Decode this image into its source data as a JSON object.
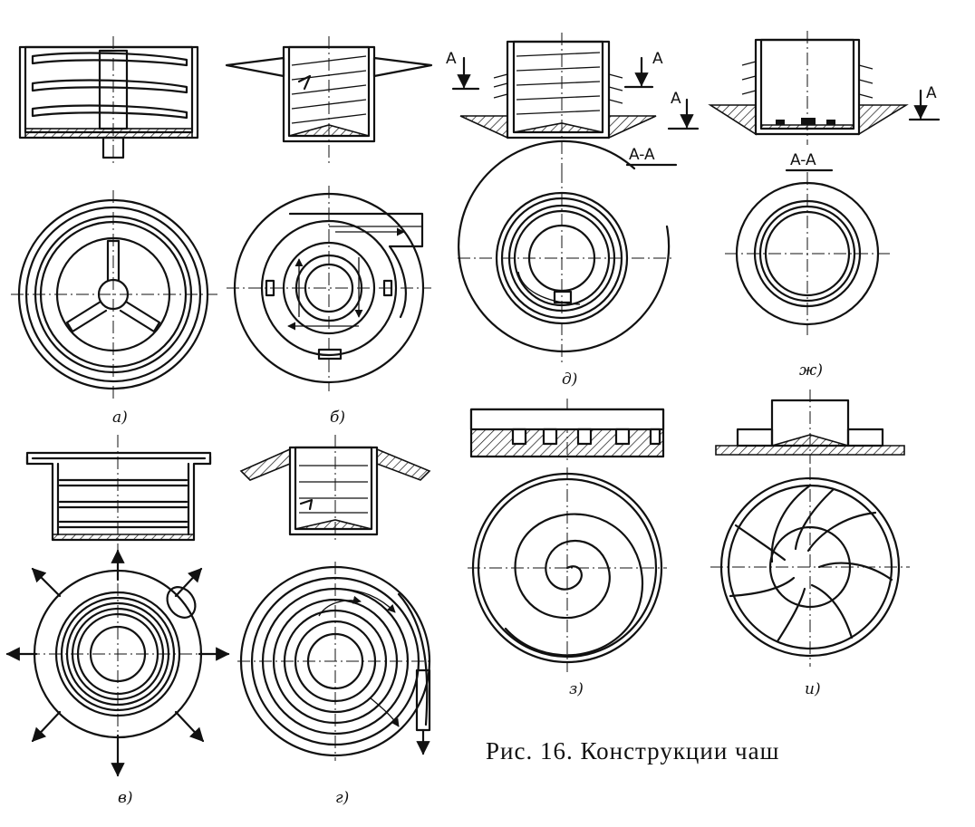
{
  "caption": "Рис. 16. Конструкции чаш",
  "labels": {
    "a": "а)",
    "b": "б)",
    "v": "в)",
    "g": "г)",
    "d": "д)",
    "zh": "ж)",
    "z": "з)",
    "i": "и)"
  },
  "section": {
    "mark": "A",
    "name": "A-A"
  },
  "colors": {
    "ink": "#111111",
    "paper": "#ffffff"
  }
}
